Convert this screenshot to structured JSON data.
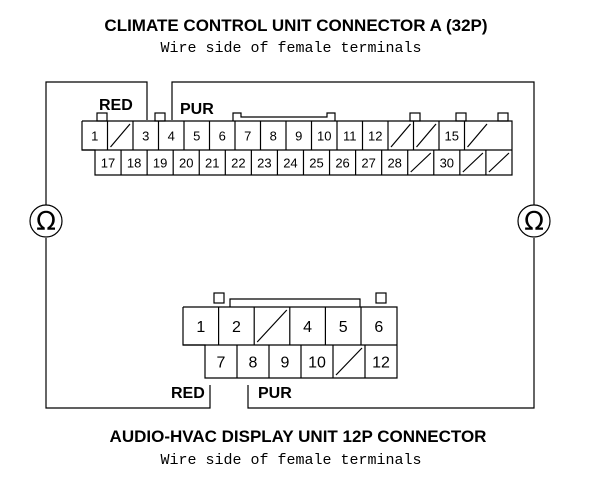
{
  "connector_a": {
    "title": "CLIMATE CONTROL UNIT CONNECTOR A (32P)",
    "subtitle": "Wire side of female terminals",
    "red_label": "RED",
    "pur_label": "PUR",
    "top_row": [
      "1",
      "",
      "3",
      "4",
      "5",
      "6",
      "7",
      "8",
      "9",
      "10",
      "11",
      "12",
      "",
      "",
      "15",
      ""
    ],
    "bottom_row": [
      "17",
      "18",
      "19",
      "20",
      "21",
      "22",
      "23",
      "24",
      "25",
      "26",
      "27",
      "28",
      "",
      "30",
      "",
      ""
    ]
  },
  "connector_b": {
    "title": "AUDIO-HVAC DISPLAY UNIT 12P CONNECTOR",
    "subtitle": "Wire side of female terminals",
    "red_label": "RED",
    "pur_label": "PUR",
    "top_row": [
      "1",
      "2",
      "",
      "4",
      "5",
      "6"
    ],
    "bottom_row": [
      "7",
      "8",
      "9",
      "10",
      "",
      "12"
    ]
  },
  "meter": {
    "left_symbol": "Ω",
    "right_symbol": "Ω"
  }
}
